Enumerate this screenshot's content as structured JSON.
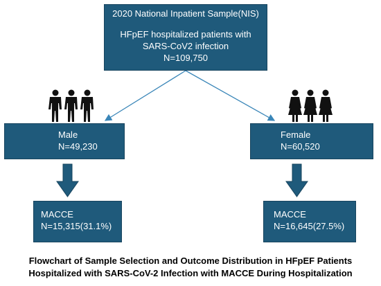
{
  "top": {
    "line1": "2020 National Inpatient Sample(NIS)",
    "line2": "HFpEF hospitalized patients with",
    "line3": "SARS-CoV2 infection",
    "line4": "N=109,750"
  },
  "male": {
    "label": "Male",
    "count": "N=49,230"
  },
  "female": {
    "label": "Female",
    "count": "N=60,520"
  },
  "male_outcome": {
    "label": "MACCE",
    "count": "N=15,315(31.1%)"
  },
  "female_outcome": {
    "label": "MACCE",
    "count": "N=16,645(27.5%)"
  },
  "caption": {
    "line1": "Flowchart of Sample Selection and Outcome Distribution in HFpEF Patients",
    "line2": "Hospitalized with SARS-CoV-2 Infection with MACCE During Hospitalization"
  },
  "colors": {
    "box": "#1f5a7b",
    "arrow": "#1f5a7b",
    "connector": "#3a86b8",
    "text": "#ffffff"
  },
  "icons": [
    "male-figure-icon",
    "female-figure-icon"
  ]
}
